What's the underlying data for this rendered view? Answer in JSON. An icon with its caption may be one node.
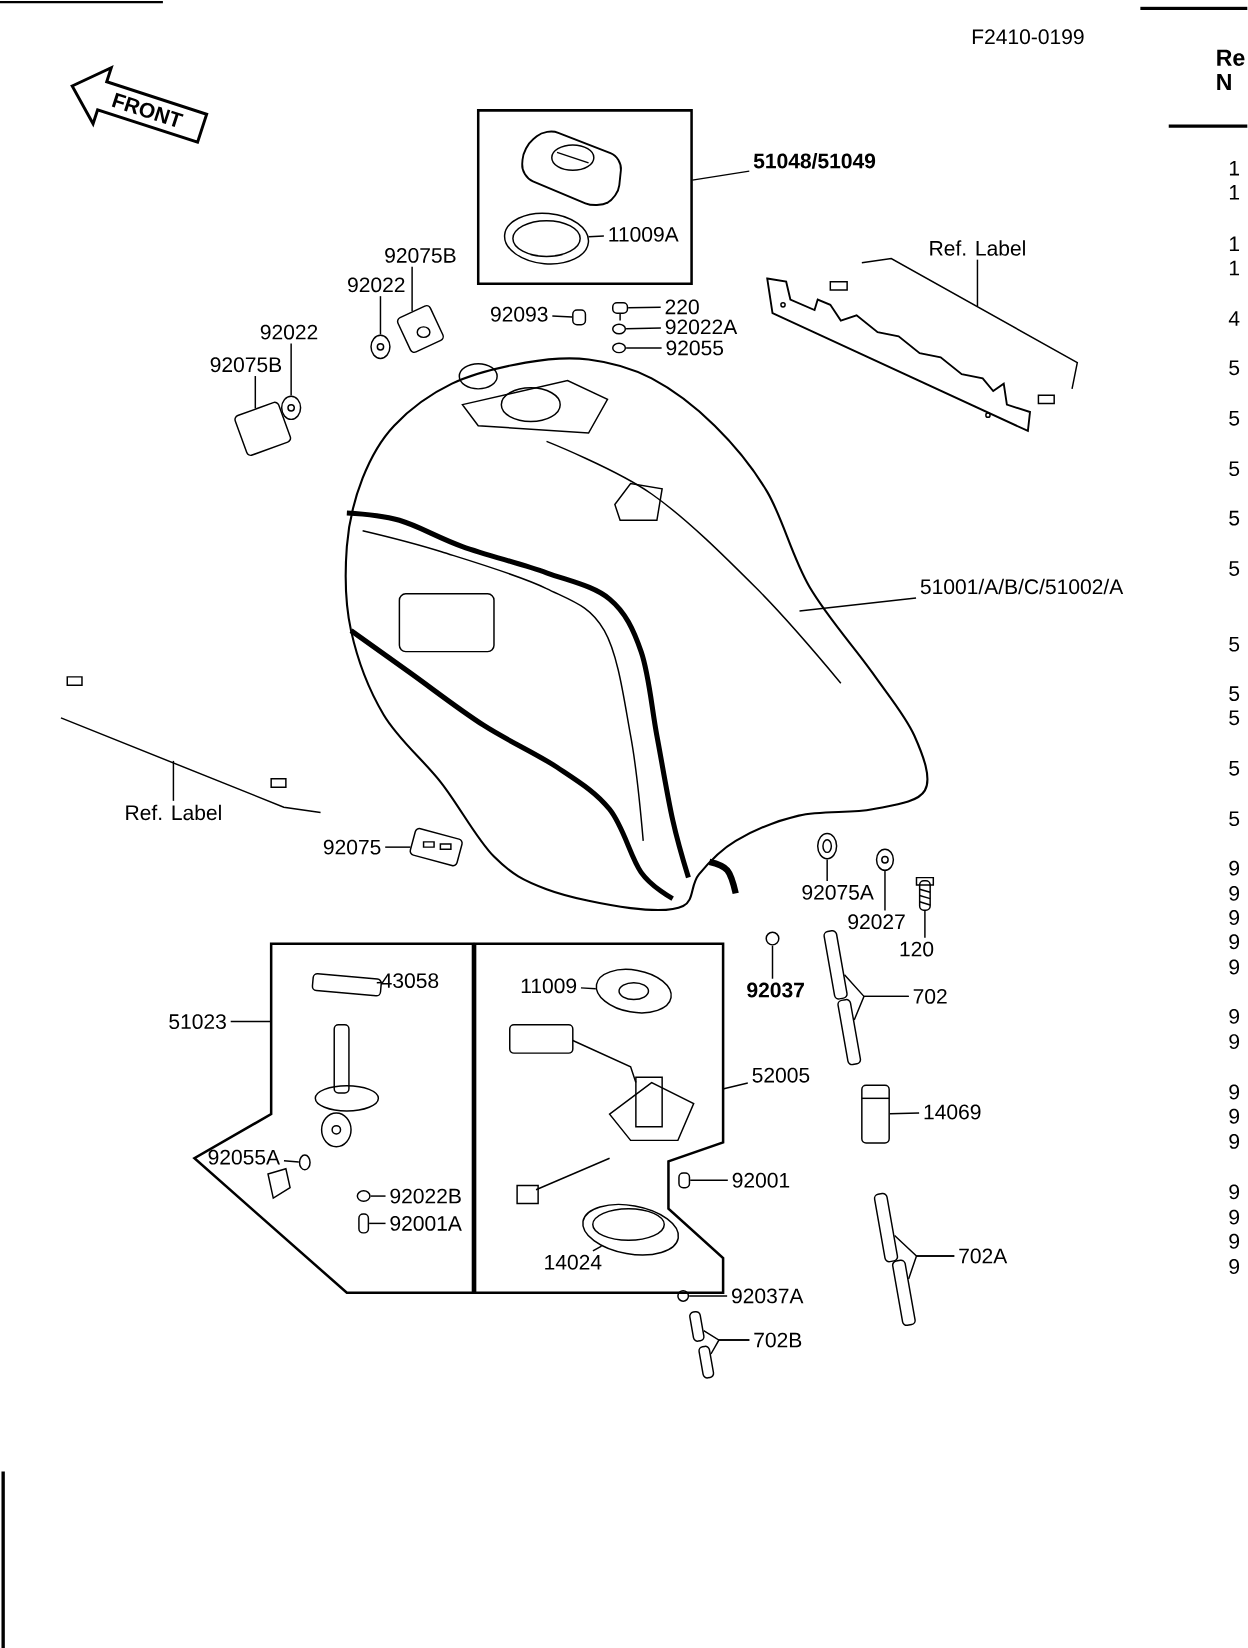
{
  "diagram": {
    "nodes": [
      {
        "text": [
          "FRONT"
        ]
      },
      {
        "text": [],
        "shape": "box"
      },
      {
        "text": [
          "51048/51049"
        ]
      },
      {
        "text": [
          "11009A"
        ],
        "in": 1
      },
      {
        "text": [],
        "shape": "picture",
        "in": 1
      },
      {
        "text": [
          "92075B"
        ]
      },
      {
        "text": [],
        "shape": "picture"
      },
      {
        "text": [
          "92022"
        ]
      },
      {
        "text": [],
        "shape": "picture"
      },
      {
        "text": [
          "92022"
        ]
      },
      {
        "text": [],
        "shape": "picture"
      },
      {
        "text": [
          "92075B"
        ]
      },
      {
        "text": [],
        "shape": "picture"
      },
      {
        "text": [
          "92093"
        ]
      },
      {
        "text": [],
        "shape": "picture"
      },
      {
        "text": [
          "220"
        ]
      },
      {
        "text": [],
        "shape": "picture"
      },
      {
        "text": [
          "92022A"
        ]
      },
      {
        "text": [],
        "shape": "picture"
      },
      {
        "text": [
          "92055"
        ]
      },
      {
        "text": [],
        "shape": "picture"
      },
      {
        "text": [
          "Ref. Label"
        ]
      },
      {
        "text": [],
        "shape": "picture"
      },
      {
        "text": [],
        "shape": "picture"
      },
      {
        "text": [
          "51001/A/B/C/51002/A"
        ]
      },
      {
        "text": [
          "Ref. Label"
        ]
      },
      {
        "text": [
          "92075"
        ]
      },
      {
        "text": [],
        "shape": "picture"
      },
      {
        "text": [],
        "shape": "picture"
      },
      {
        "text": [
          "92075A"
        ]
      },
      {
        "text": [],
        "shape": "picture"
      },
      {
        "text": [
          "92027"
        ]
      },
      {
        "text": [],
        "shape": "picture"
      },
      {
        "text": [
          "120"
        ]
      },
      {
        "text": [],
        "shape": "picture"
      },
      {
        "text": [
          "92037"
        ]
      },
      {
        "text": [],
        "shape": "picture"
      },
      {
        "text": [],
        "shape": "picture"
      },
      {
        "text": [
          "702"
        ]
      },
      {
        "text": [],
        "shape": "box"
      },
      {
        "text": [
          "51023"
        ]
      },
      {
        "text": [
          "43058"
        ],
        "in": 39
      },
      {
        "text": [],
        "shape": "picture",
        "in": 39
      },
      {
        "text": [
          "92055A"
        ],
        "in": 39
      },
      {
        "text": [],
        "shape": "picture",
        "in": 39
      },
      {
        "text": [
          "92022B"
        ],
        "in": 39
      },
      {
        "text": [],
        "shape": "picture",
        "in": 39
      },
      {
        "text": [
          "92001A"
        ],
        "in": 39
      },
      {
        "text": [],
        "shape": "picture",
        "in": 39
      },
      {
        "text": [],
        "shape": "box"
      },
      {
        "text": [
          "52005"
        ]
      },
      {
        "text": [
          "11009"
        ],
        "in": 49
      },
      {
        "text": [],
        "shape": "picture",
        "in": 49
      },
      {
        "text": [
          "92001"
        ]
      },
      {
        "text": [],
        "shape": "picture",
        "in": 49
      },
      {
        "text": [
          "14024"
        ],
        "in": 49
      },
      {
        "text": [],
        "shape": "picture",
        "in": 49
      },
      {
        "text": [],
        "shape": "picture"
      },
      {
        "text": [
          "14069"
        ]
      },
      {
        "text": [],
        "shape": "picture"
      },
      {
        "text": [],
        "shape": "picture"
      },
      {
        "text": [
          "702A"
        ]
      },
      {
        "text": [],
        "shape": "picture"
      },
      {
        "text": [
          "92037A"
        ]
      },
      {
        "text": [],
        "shape": "picture"
      },
      {
        "text": [],
        "shape": "picture"
      },
      {
        "text": [
          "702B"
        ]
      }
    ],
    "edges": [
      {
        "from": 2,
        "to": 1,
        "arrow": "none"
      },
      {
        "from": 3,
        "to": 4,
        "arrow": "none"
      },
      {
        "from": 5,
        "to": 6,
        "arrow": "none"
      },
      {
        "from": 7,
        "to": 8,
        "arrow": "none"
      },
      {
        "from": 9,
        "to": 10,
        "arrow": "none"
      },
      {
        "from": 11,
        "to": 12,
        "arrow": "none"
      },
      {
        "from": 13,
        "to": 14,
        "arrow": "none"
      },
      {
        "from": 15,
        "to": 16,
        "arrow": "none"
      },
      {
        "from": 17,
        "to": 18,
        "arrow": "none"
      },
      {
        "from": 19,
        "to": 20,
        "arrow": "none"
      },
      {
        "from": 21,
        "to": 22,
        "arrow": "none"
      },
      {
        "from": 24,
        "to": 23,
        "arrow": "none"
      },
      {
        "from": 25,
        "to": null,
        "arrow": "none"
      },
      {
        "from": 26,
        "to": 27,
        "arrow": "none"
      },
      {
        "from": 29,
        "to": 28,
        "arrow": "none"
      },
      {
        "from": 31,
        "to": 30,
        "arrow": "none"
      },
      {
        "from": 33,
        "to": 32,
        "arrow": "none"
      },
      {
        "from": 35,
        "to": 34,
        "arrow": "none"
      },
      {
        "from": 38,
        "to": 36,
        "arrow": "none"
      },
      {
        "from": 38,
        "to": 37,
        "arrow": "none"
      },
      {
        "from": 40,
        "to": 39,
        "arrow": "none"
      },
      {
        "from": 41,
        "to": 42,
        "arrow": "none"
      },
      {
        "from": 43,
        "to": 44,
        "arrow": "none"
      },
      {
        "from": 45,
        "to": 46,
        "arrow": "none"
      },
      {
        "from": 47,
        "to": 48,
        "arrow": "none"
      },
      {
        "from": 50,
        "to": 49,
        "arrow": "none"
      },
      {
        "from": 51,
        "to": 52,
        "arrow": "none"
      },
      {
        "from": 53,
        "to": 54,
        "arrow": "none"
      },
      {
        "from": 55,
        "to": 56,
        "arrow": "none"
      },
      {
        "from": 58,
        "to": 57,
        "arrow": "none"
      },
      {
        "from": 61,
        "to": 59,
        "arrow": "none"
      },
      {
        "from": 61,
        "to": 60,
        "arrow": "none"
      },
      {
        "from": 63,
        "to": 62,
        "arrow": "none"
      },
      {
        "from": 66,
        "to": 64,
        "arrow": "none"
      },
      {
        "from": 66,
        "to": 65,
        "arrow": "none"
      }
    ],
    "labels": [
      "F2410-0199",
      "Re",
      "N",
      "1",
      "1",
      "1",
      "1",
      "4",
      "5",
      "5",
      "5",
      "5",
      "5",
      "5",
      "5",
      "5",
      "5",
      "5",
      "9",
      "9",
      "9",
      "9",
      "9",
      "9",
      "9",
      "9",
      "9",
      "9",
      "9",
      "9",
      "9",
      "9"
    ]
  }
}
